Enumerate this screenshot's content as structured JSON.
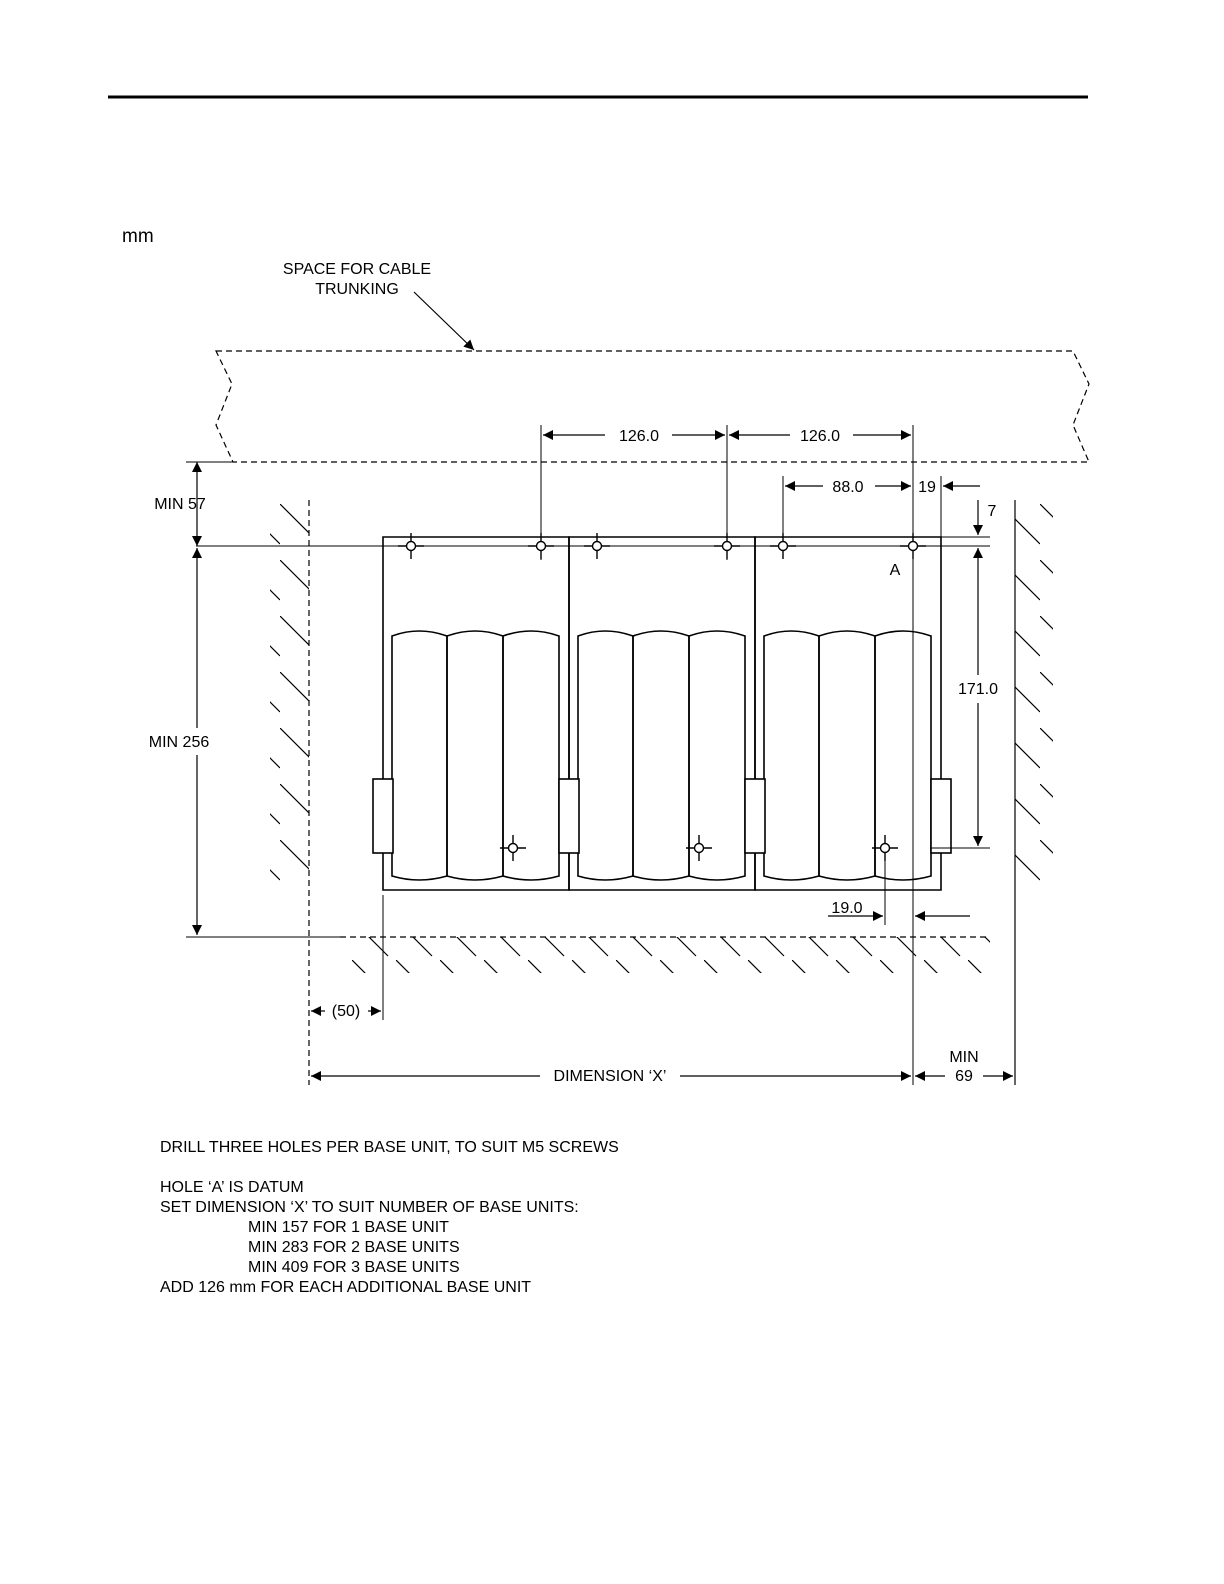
{
  "units_label": "mm",
  "cable_space_label": [
    "SPACE FOR CABLE",
    "TRUNKING"
  ],
  "dimensions": {
    "hole_pitch_1": "126.0",
    "hole_pitch_2": "126.0",
    "offset_88": "88.0",
    "offset_19_top": "19",
    "offset_7": "7",
    "min_57": "MIN 57",
    "min_256": "MIN 256",
    "vertical_171": "171.0",
    "offset_19_bottom": "19.0",
    "left_50": "(50)",
    "dimension_x": "DIMENSION ‘X’",
    "min_69": [
      "MIN",
      "69"
    ]
  },
  "datum_hole_label": "A",
  "notes": {
    "drill": "DRILL THREE HOLES PER BASE UNIT, TO SUIT M5 SCREWS",
    "datum": "HOLE ‘A’ IS DATUM",
    "set_x": "SET DIMENSION ‘X’ TO SUIT NUMBER OF BASE UNITS:",
    "options": [
      "MIN 157 FOR 1 BASE UNIT",
      "MIN 283 FOR 2 BASE UNITS",
      "MIN 409 FOR 3 BASE UNITS"
    ],
    "additional": "ADD 126 mm FOR EACH ADDITIONAL BASE UNIT"
  }
}
